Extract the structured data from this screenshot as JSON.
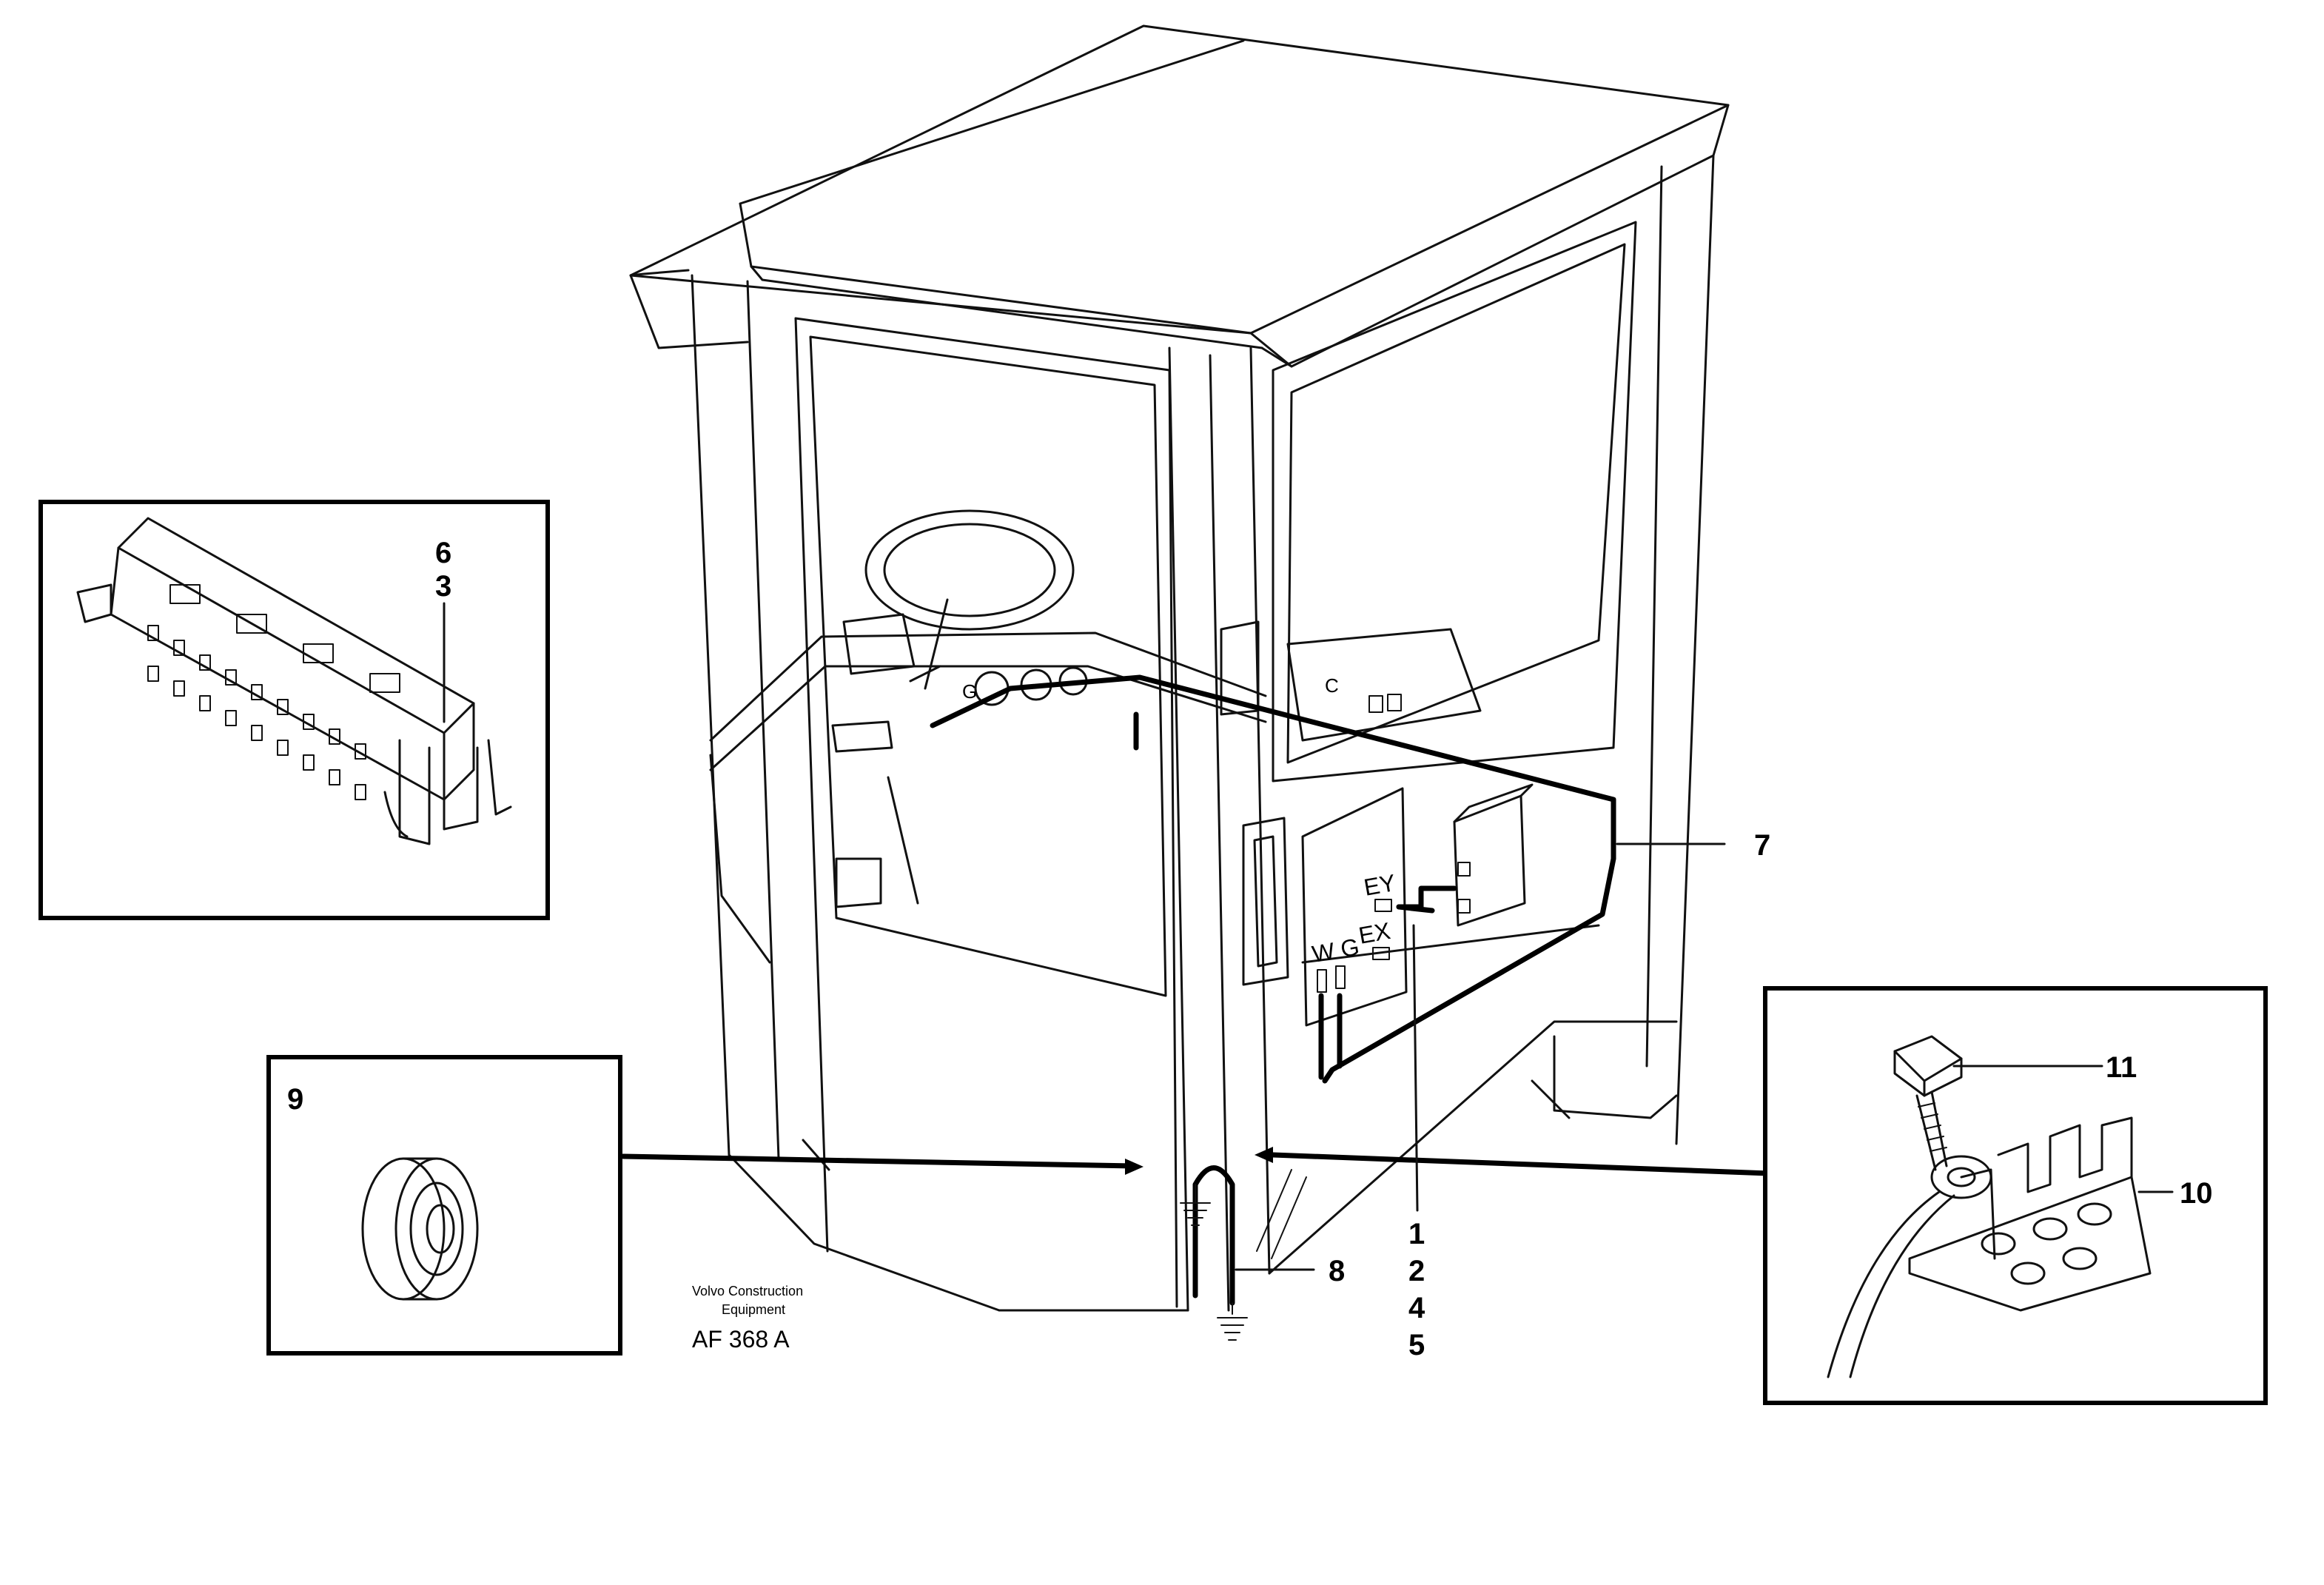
{
  "callouts": {
    "c1": "1",
    "c2": "2",
    "c3": "3",
    "c4": "4",
    "c5": "5",
    "c6": "6",
    "c7": "7",
    "c8": "8",
    "c9": "9",
    "c10": "10",
    "c11": "11"
  },
  "panel_labels": {
    "ey": "EY",
    "ex": "EX",
    "wg": "W G",
    "dash_c": "C"
  },
  "footer": {
    "company_line1": "Volvo Construction",
    "company_line2": "Equipment",
    "figure_code": "AF 368 A"
  }
}
